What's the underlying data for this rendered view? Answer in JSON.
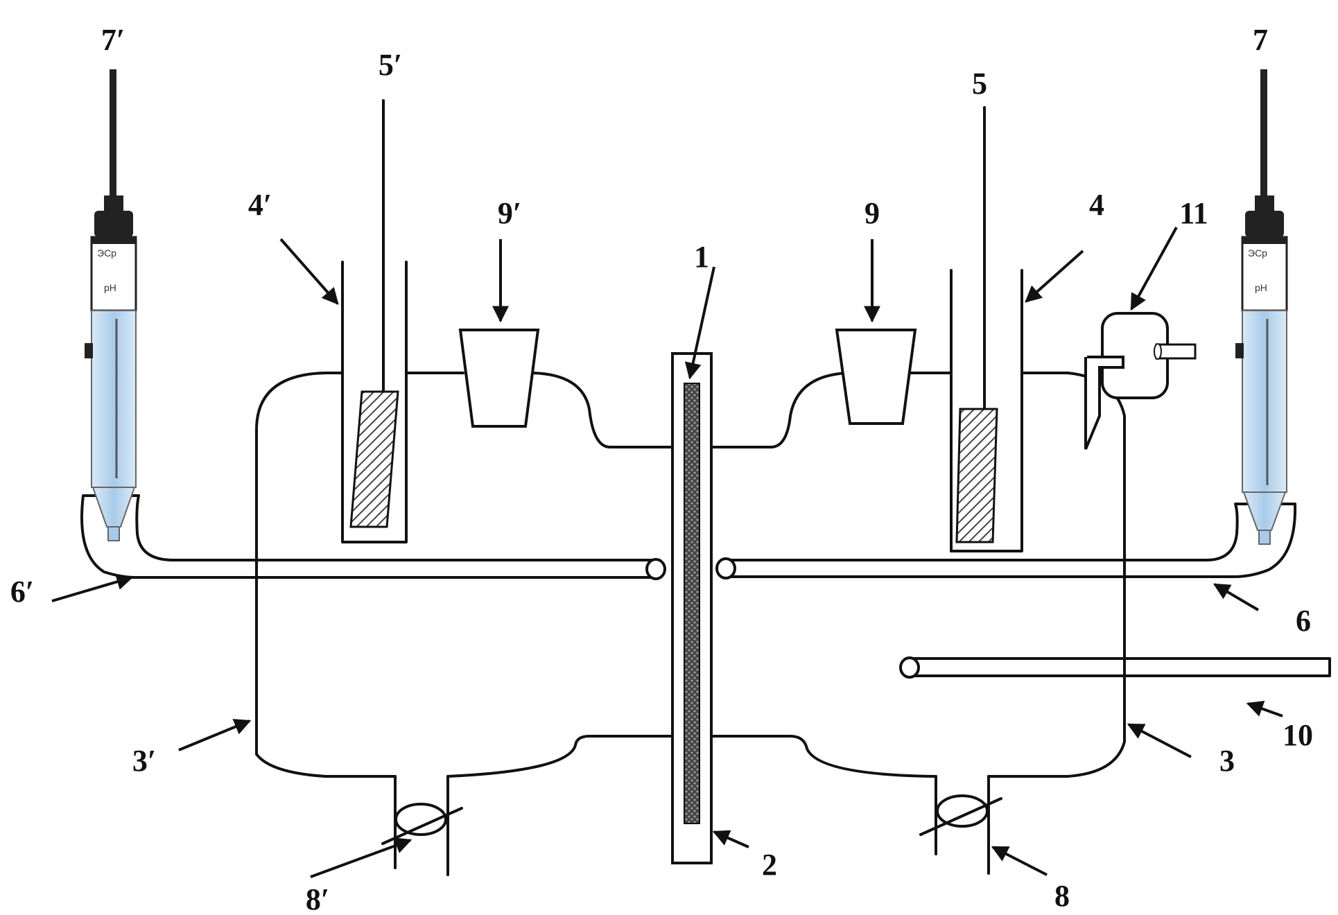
{
  "labels": {
    "membrane": "1",
    "frame": "2",
    "chamber_right": "3",
    "chamber_left": "3′",
    "electrode_holder_right": "4",
    "electrode_holder_left": "4′",
    "electrode_right": "5",
    "electrode_left": "5′",
    "tube_right": "6",
    "tube_left": "6′",
    "probe_right": "7",
    "probe_left": "7′",
    "valve_right": "8",
    "valve_left": "8′",
    "port_right": "9",
    "port_left": "9′",
    "pipe": "10",
    "vent": "11"
  },
  "colors": {
    "line": "#111111",
    "probe_liquid": "#bcd8ef",
    "membrane_fill": "#555555"
  }
}
